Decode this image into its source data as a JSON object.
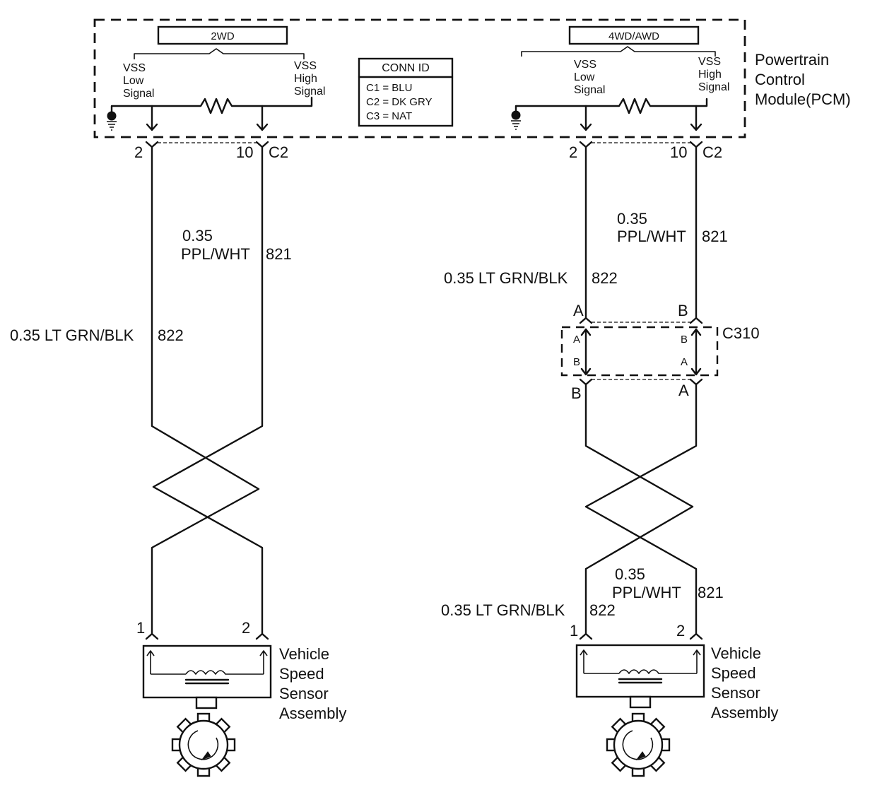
{
  "pcm": {
    "name_lines": [
      "Powertrain",
      "Control",
      "Module(PCM)"
    ],
    "conn_id": {
      "title": "CONN ID",
      "rows": [
        "C1 = BLU",
        "C2 = DK GRY",
        "C3 = NAT"
      ]
    }
  },
  "left": {
    "variant_label": "2WD",
    "vss_low_lines": [
      "VSS",
      "Low",
      "Signal"
    ],
    "vss_high_lines": [
      "VSS",
      "High",
      "Signal"
    ],
    "pin_low": "2",
    "pin_high": "10",
    "connector": "C2",
    "wire_high": {
      "size": "0.35",
      "color": "PPL/WHT",
      "circuit": "821"
    },
    "wire_low": {
      "label": "0.35 LT GRN/BLK",
      "circuit": "822"
    },
    "sensor_pin1": "1",
    "sensor_pin2": "2",
    "sensor_lines": [
      "Vehicle",
      "Speed",
      "Sensor",
      "Assembly"
    ]
  },
  "right": {
    "variant_label": "4WD/AWD",
    "vss_low_lines": [
      "VSS",
      "Low",
      "Signal"
    ],
    "vss_high_lines": [
      "VSS",
      "High",
      "Signal"
    ],
    "pin_low": "2",
    "pin_high": "10",
    "connector": "C2",
    "wire_high_top": {
      "size": "0.35",
      "color": "PPL/WHT",
      "circuit": "821"
    },
    "wire_low_top": {
      "label": "0.35 LT GRN/BLK",
      "circuit": "822"
    },
    "c310": {
      "name": "C310",
      "outer_top_left": "A",
      "outer_top_right": "B",
      "inner_left_top": "A",
      "inner_left_bottom": "B",
      "inner_right_top": "B",
      "inner_right_bottom": "A",
      "outer_bottom_left": "B",
      "outer_bottom_right": "A"
    },
    "wire_high_bottom": {
      "size": "0.35",
      "color": "PPL/WHT",
      "circuit": "821"
    },
    "wire_low_bottom": {
      "label": "0.35 LT GRN/BLK",
      "circuit": "822"
    },
    "sensor_pin1": "1",
    "sensor_pin2": "2",
    "sensor_lines": [
      "Vehicle",
      "Speed",
      "Sensor",
      "Assembly"
    ]
  }
}
